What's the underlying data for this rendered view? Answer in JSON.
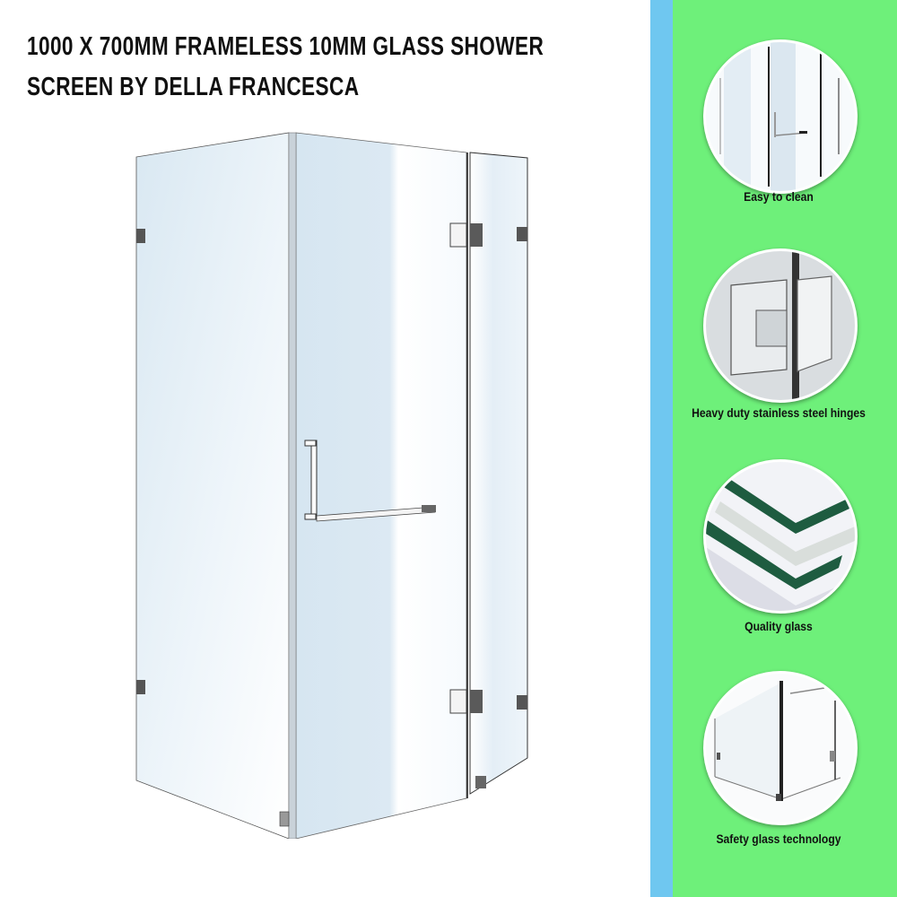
{
  "title": {
    "line1": "1000 X 700MM FRAMELESS 10MM GLASS SHOWER",
    "line2": "SCREEN BY DELLA FRANCESCA"
  },
  "product_image": {
    "icon": "shower-screen-illustration"
  },
  "colors": {
    "strip": "#6fc7f0",
    "panel": "#6ef07a",
    "background": "#ffffff"
  },
  "features": [
    {
      "label": "Easy to clean",
      "icon": "glass-door-closeup-icon"
    },
    {
      "label": "Heavy duty stainless steel hinges",
      "icon": "hinge-icon"
    },
    {
      "label": "Quality glass",
      "icon": "glass-layers-icon"
    },
    {
      "label": "Safety glass technology",
      "icon": "shower-corner-icon"
    }
  ]
}
